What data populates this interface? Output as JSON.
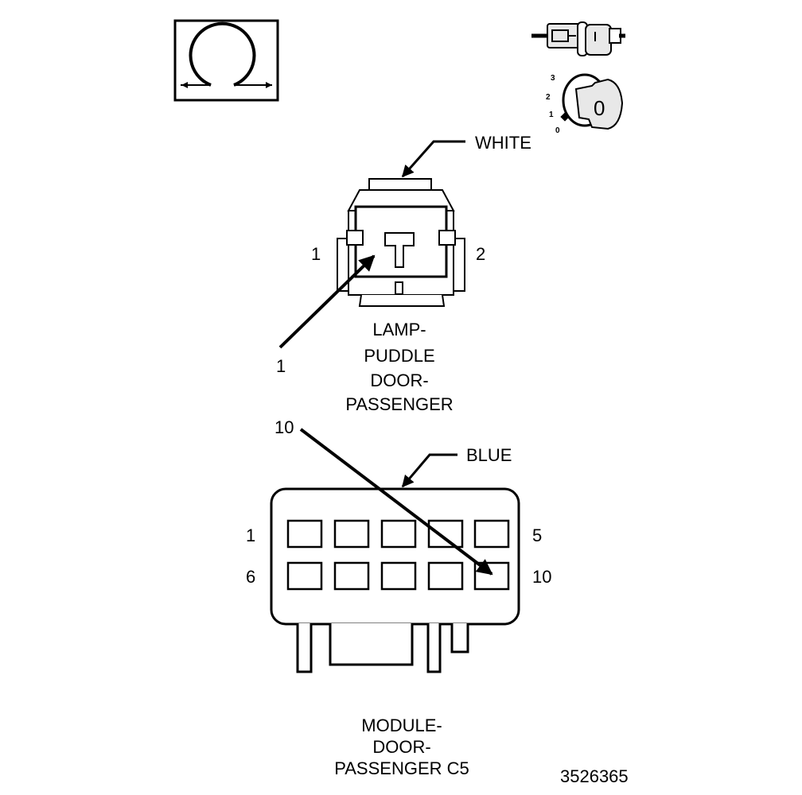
{
  "colors": {
    "ink": "#000000",
    "paper": "#ffffff",
    "fill_light": "#e8e8e8"
  },
  "icons": {
    "connector_symbol": "omega-connector-symbol-icon",
    "connector_halves": "mating-connector-icon",
    "ignition_key": "ignition-key-icon"
  },
  "ignition": {
    "positions": [
      "3",
      "2",
      "1",
      "0"
    ],
    "key_label": "0"
  },
  "connector_top": {
    "color_label": "WHITE",
    "pin_left": "1",
    "pin_right": "2",
    "callout_pin": "1",
    "name_lines": [
      "LAMP-",
      "PUDDLE",
      "DOOR-",
      "PASSENGER"
    ]
  },
  "connector_bottom": {
    "callout_pin": "10",
    "color_label": "BLUE",
    "row1_left": "1",
    "row1_right": "5",
    "row2_left": "6",
    "row2_right": "10",
    "name_lines": [
      "MODULE-",
      "DOOR-",
      "PASSENGER C5"
    ]
  },
  "figure_number": "3526365"
}
